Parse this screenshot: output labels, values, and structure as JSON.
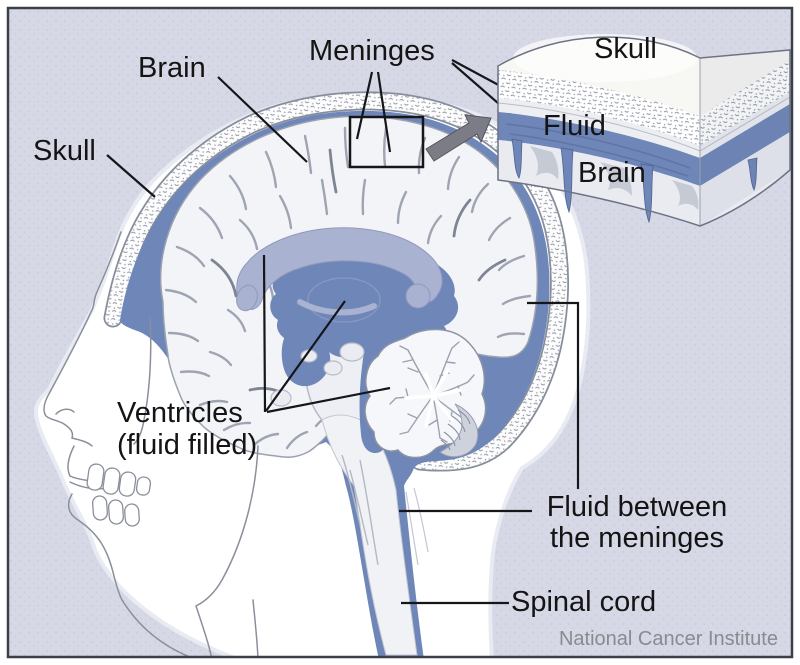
{
  "diagram": {
    "labels": {
      "brain": "Brain",
      "skull": "Skull",
      "meninges": "Meninges",
      "ventricles_line1": "Ventricles",
      "ventricles_line2": "(fluid filled)",
      "fluid_between_line1": "Fluid between",
      "fluid_between_line2": "the meninges",
      "spinal_cord": "Spinal cord"
    },
    "inset": {
      "skull": "Skull",
      "fluid": "Fluid",
      "brain": "Brain"
    },
    "attribution": "National Cancer Institute",
    "icons": {
      "arrow": "zoom-arrow-icon",
      "box": "meninges-detail-box"
    },
    "colors": {
      "background": "#d6d8e6",
      "frame": "#3a3f4a",
      "fluid": "#6e86b8",
      "corpus": "#a9b2d0",
      "brain_light": "#f3f4f7",
      "bone_outline": "#8f95a2",
      "label": "#141414",
      "attribution": "#8a8a90",
      "arrow": "#7c7c86"
    }
  }
}
